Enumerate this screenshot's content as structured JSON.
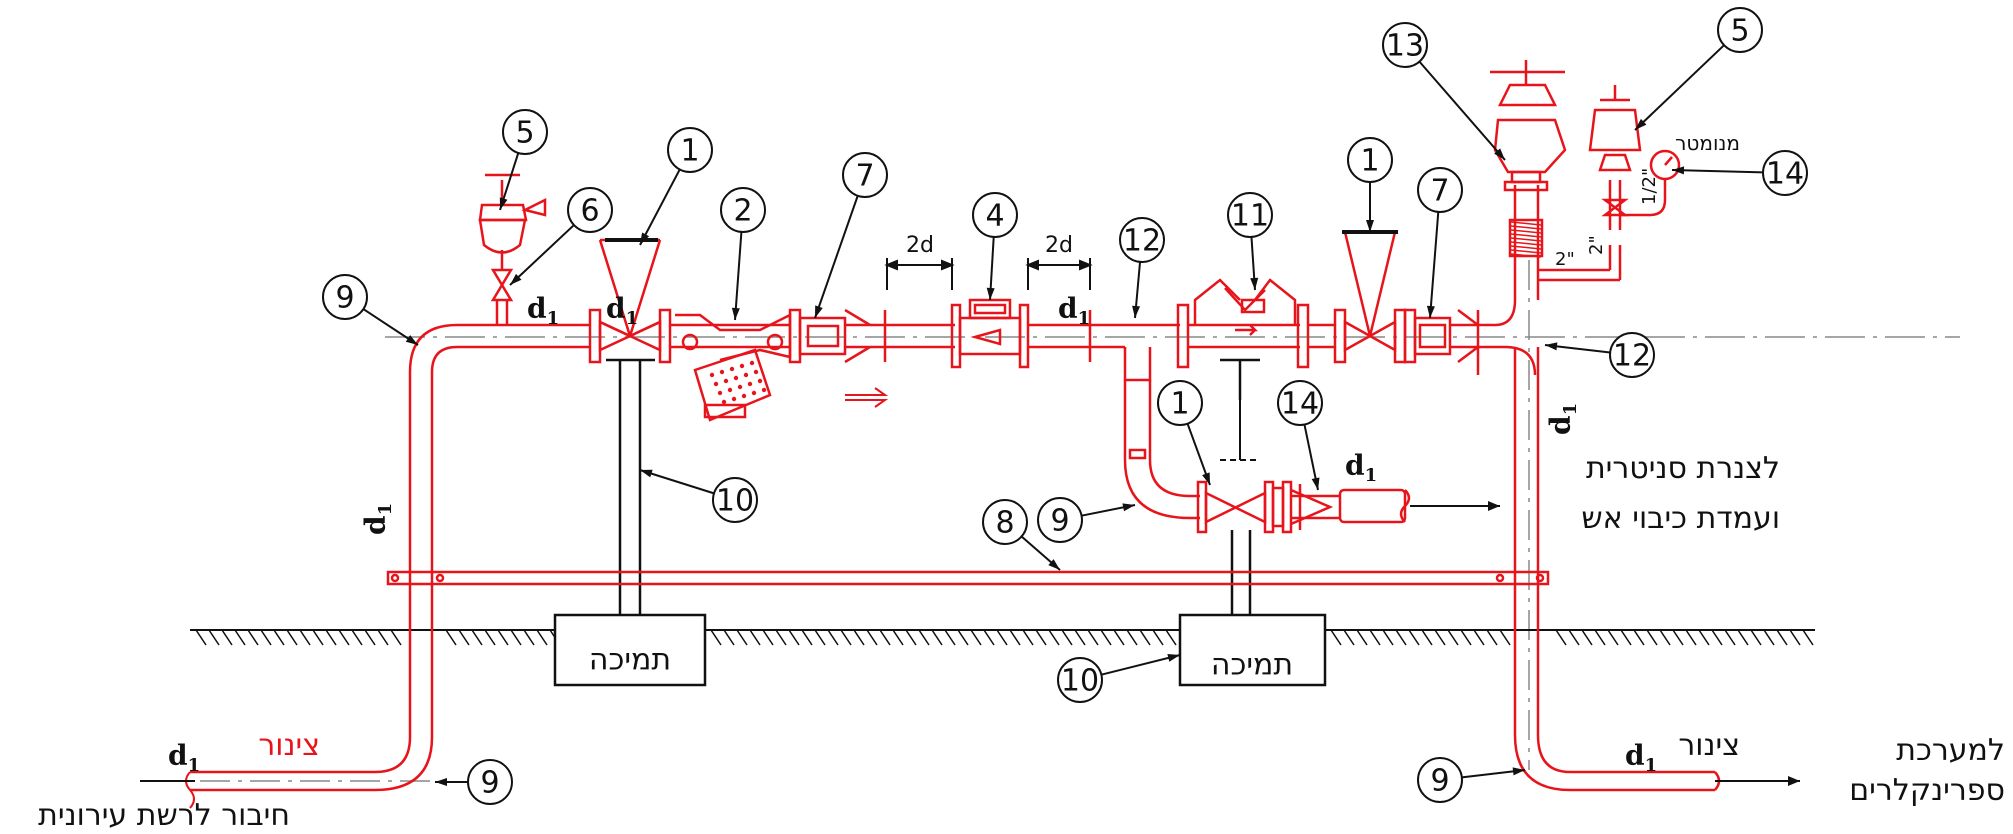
{
  "callouts": {
    "c5a": "5",
    "c6": "6",
    "c1a": "1",
    "c2": "2",
    "c7a": "7",
    "c4": "4",
    "c12a": "12",
    "c11": "11",
    "c1b": "1",
    "c7b": "7",
    "c13": "13",
    "c5b": "5",
    "c14a": "14",
    "c12b": "12",
    "c9a": "9",
    "c10a": "10",
    "c1c": "1",
    "c14b": "14",
    "c9b": "9",
    "c8": "8",
    "c10b": "10",
    "c9c": "9",
    "c9d": "9"
  },
  "labels": {
    "d1": "d",
    "d1_sub": "1",
    "two_d": "2d",
    "support": "תמיכה",
    "sanitary_line1": "לצנרת סניטרית",
    "sanitary_line2": "ועמדת כיבוי אש",
    "piping": "צינור",
    "city_connection": "חיבור לרשת עירונית",
    "sprinkler_line1": "למערכת",
    "sprinkler_line2": "ספרינקלרים",
    "manometer": "מנומטר",
    "half_inch": "1/2\"",
    "two_inch": "2\""
  },
  "colors": {
    "pipe": "#e8141b",
    "line": "#111111",
    "background": "#ffffff"
  }
}
